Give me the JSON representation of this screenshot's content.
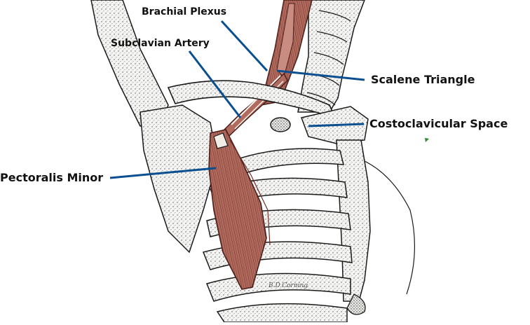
{
  "labels": {
    "brachial_plexus": "Brachial Plexus",
    "subclavian_artery": "Subclavian Artery",
    "scalene_triangle": "Scalene Triangle",
    "costoclavicular_space": "Costoclavicular Space",
    "pectoralis_minor": "Pectoralis Minor",
    "signature": "B.D.Corning"
  },
  "colors": {
    "leader_line": "#0a4f8f",
    "muscle": "#b06a5e",
    "muscle_dark": "#6e2e26",
    "bone_outline": "#1a1a1a",
    "bone_fill": "#f4f4f2",
    "marker_green": "#2e8b2e"
  }
}
